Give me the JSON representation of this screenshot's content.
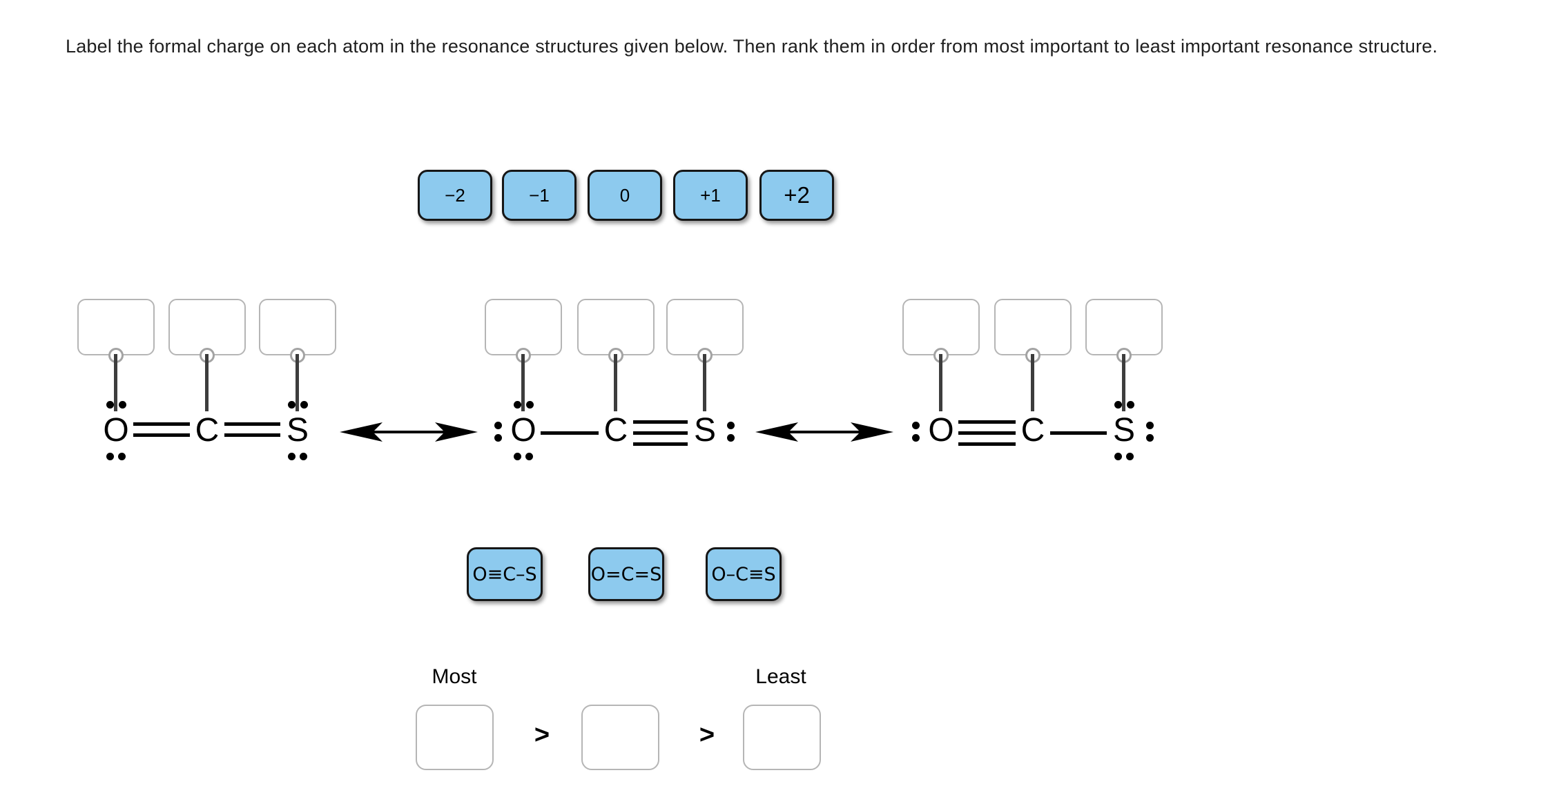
{
  "title": "Label the formal charge on each atom in the resonance structures given below. Then rank them in order from most important to least important resonance structure.",
  "charge_bank": {
    "chips": [
      {
        "label": "−2"
      },
      {
        "label": "−1"
      },
      {
        "label": "0"
      },
      {
        "label": "+1"
      },
      {
        "label": "+2"
      }
    ]
  },
  "structures": [
    {
      "formula_label": "O=C=S",
      "atoms": [
        {
          "symbol": "O",
          "lone_pairs": [
            "top",
            "bottom"
          ],
          "formal_charge_slot": {
            "value": ""
          }
        },
        {
          "symbol": "C",
          "lone_pairs": [],
          "formal_charge_slot": {
            "value": ""
          }
        },
        {
          "symbol": "S",
          "lone_pairs": [
            "top",
            "bottom"
          ],
          "formal_charge_slot": {
            "value": ""
          }
        }
      ],
      "bonds": [
        {
          "between": "O-C",
          "order": 2
        },
        {
          "between": "C-S",
          "order": 2
        }
      ]
    },
    {
      "formula_label": ":O–C≡S:",
      "atoms": [
        {
          "symbol": "O",
          "lone_pairs": [
            "left",
            "top",
            "bottom"
          ],
          "formal_charge_slot": {
            "value": ""
          }
        },
        {
          "symbol": "C",
          "lone_pairs": [],
          "formal_charge_slot": {
            "value": ""
          }
        },
        {
          "symbol": "S",
          "lone_pairs": [
            "right"
          ],
          "formal_charge_slot": {
            "value": ""
          }
        }
      ],
      "bonds": [
        {
          "between": "O-C",
          "order": 1
        },
        {
          "between": "C-S",
          "order": 3
        }
      ]
    },
    {
      "formula_label": ":O≡C–S:",
      "atoms": [
        {
          "symbol": "O",
          "lone_pairs": [
            "left"
          ],
          "formal_charge_slot": {
            "value": ""
          }
        },
        {
          "symbol": "C",
          "lone_pairs": [],
          "formal_charge_slot": {
            "value": ""
          }
        },
        {
          "symbol": "S",
          "lone_pairs": [
            "top",
            "right",
            "bottom"
          ],
          "formal_charge_slot": {
            "value": ""
          }
        }
      ],
      "bonds": [
        {
          "between": "O-C",
          "order": 3
        },
        {
          "between": "C-S",
          "order": 1
        }
      ]
    }
  ],
  "structure_bank": {
    "chips": [
      {
        "label": "O≡C–S"
      },
      {
        "label": "O=C=S"
      },
      {
        "label": "O–C≡S"
      }
    ]
  },
  "ranking": {
    "most_label": "Most",
    "least_label": "Least",
    "separator": ">",
    "slots": [
      {
        "value": ""
      },
      {
        "value": ""
      },
      {
        "value": ""
      }
    ]
  },
  "colors": {
    "chip_fill": "#8dcaee",
    "chip_border": "#161616",
    "dropzone_border": "#b5b5b5",
    "connector": "#3d3d3d",
    "ink": "#000000",
    "background": "#ffffff"
  }
}
